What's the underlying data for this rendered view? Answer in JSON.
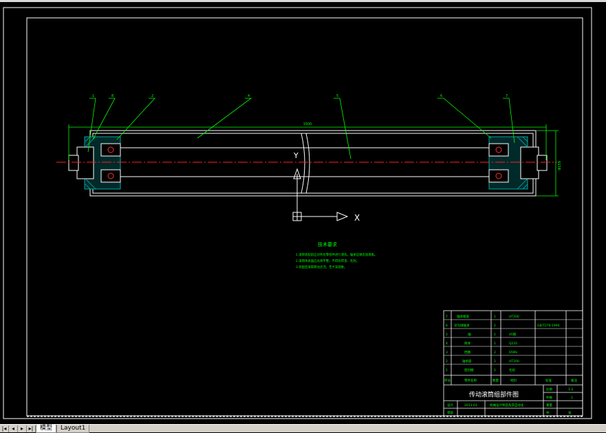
{
  "drawing": {
    "notes_title": "技术要求",
    "notes": [
      "1.滚筒装配前应对所有零部件进行清洗，轴承应填充润滑脂。",
      "2.滚筒体表面应光滑平整，不得有焊渣、毛刺。",
      "3.装配后滚筒转动灵活，无卡滞现象。"
    ],
    "balloons": [
      "1",
      "8",
      "2",
      "4",
      "5",
      "6",
      "7"
    ],
    "dim_length": "1500",
    "dim_diameter": "Φ159",
    "ucs_y": "Y",
    "ucs_x": "X"
  },
  "title_block": {
    "parts": [
      {
        "no": "7",
        "name": "轴承端盖",
        "qty": "1",
        "material": "HT200",
        "std": ""
      },
      {
        "no": "6",
        "name": "深沟球轴承",
        "qty": "2",
        "material": "",
        "std": "GB/T276-1994"
      },
      {
        "no": "5",
        "name": "轴",
        "qty": "1",
        "material": "45钢",
        "std": ""
      },
      {
        "no": "4",
        "name": "筒体",
        "qty": "1",
        "material": "Q235",
        "std": ""
      },
      {
        "no": "3",
        "name": "挡圈",
        "qty": "2",
        "material": "65Mn",
        "std": ""
      },
      {
        "no": "2",
        "name": "轴承座",
        "qty": "2",
        "material": "HT200",
        "std": ""
      },
      {
        "no": "1",
        "name": "密封圈",
        "qty": "2",
        "material": "毛毡",
        "std": ""
      }
    ],
    "header": {
      "no": "序号",
      "name": "零件名称",
      "qty": "数量",
      "material": "材料",
      "std": "标准",
      "note": "备注"
    },
    "title": "传动滚筒组部件图",
    "scale_label": "比例",
    "scale_value": "1:2",
    "count_label": "件数",
    "count_value": "1",
    "weight_label": "重量",
    "sheet_label": "共",
    "sheet_value": "张",
    "design_label": "设计",
    "design_date": "2013.03",
    "school": "机械设计制造及其自动化",
    "check_label": "审核"
  },
  "tabs": {
    "model": "模型",
    "layout": "Layout1"
  },
  "nav": [
    "|◂",
    "◂",
    "▸",
    "▸|"
  ],
  "colors": {
    "background": "#000000",
    "frame": "#ffffff",
    "geometry": "#ffffff",
    "hatch": "#00aaaa",
    "dimension": "#00ff00",
    "centerline": "#ff2020",
    "text": "#00ff00",
    "bearing": "#ff3030"
  }
}
